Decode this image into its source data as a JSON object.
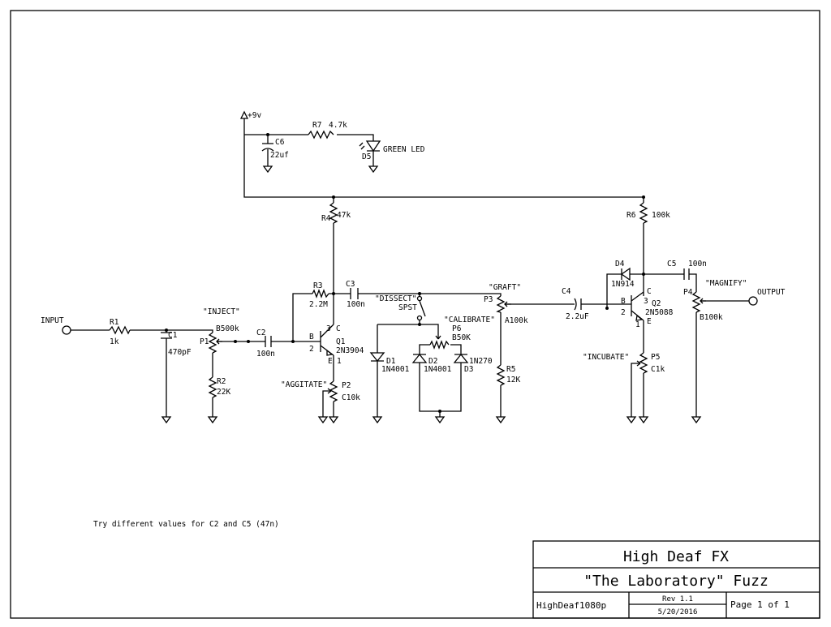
{
  "supply": "+9v",
  "r7": {
    "ref": "R7",
    "value": "4.7k"
  },
  "c6": {
    "ref": "C6",
    "value": "22uf"
  },
  "d5": {
    "ref": "D5",
    "value": "GREEN LED"
  },
  "r4": {
    "ref": "R4",
    "value": "47k"
  },
  "r3": {
    "ref": "R3",
    "value": "2.2M"
  },
  "c3": {
    "ref": "C3",
    "value": "100n"
  },
  "input": "INPUT",
  "r1": {
    "ref": "R1",
    "value": "1k"
  },
  "c1": {
    "ref": "C1",
    "value": "470pF"
  },
  "p1": {
    "ref": "P1",
    "value": "B500k",
    "name": "\"INJECT\""
  },
  "r2": {
    "ref": "R2",
    "value": "22K"
  },
  "c2": {
    "ref": "C2",
    "value": "100n"
  },
  "q1": {
    "ref": "Q1",
    "value": "2N3904",
    "b": "B",
    "c": "C",
    "e": "E",
    "pin_b": "2",
    "pin_c": "3",
    "pin_e": "1"
  },
  "p2": {
    "ref": "P2",
    "value": "C10k",
    "name": "\"AGGITATE\""
  },
  "sw": {
    "name": "\"DISSECT\"",
    "type": "SPST"
  },
  "p6": {
    "ref": "P6",
    "value": "B50K",
    "name": "\"CALIBRATE\""
  },
  "d1": {
    "ref": "D1",
    "value": "1N4001"
  },
  "d2": {
    "ref": "D2",
    "value": "1N4001"
  },
  "d3": {
    "ref": "D3",
    "value": "1N270"
  },
  "p3": {
    "ref": "P3",
    "value": "A100k",
    "name": "\"GRAFT\""
  },
  "r5": {
    "ref": "R5",
    "value": "12K"
  },
  "c4": {
    "ref": "C4",
    "value": "2.2uF"
  },
  "r6": {
    "ref": "R6",
    "value": "100k"
  },
  "d4": {
    "ref": "D4",
    "value": "1N914"
  },
  "c5": {
    "ref": "C5",
    "value": "100n"
  },
  "q2": {
    "ref": "Q2",
    "value": "2N5088",
    "b": "B",
    "c": "C",
    "e": "E",
    "pin_b": "2",
    "pin_c": "3",
    "pin_e": "1"
  },
  "p4": {
    "ref": "P4",
    "value": "B100k",
    "name": "\"MAGNIFY\""
  },
  "p5": {
    "ref": "P5",
    "value": "C1k",
    "name": "\"INCUBATE\""
  },
  "output": "OUTPUT",
  "note": "Try different values for C2 and C5 (47n)",
  "title_block": {
    "company": "High Deaf FX",
    "title": "\"The Laboratory\" Fuzz",
    "file": "HighDeaf1080p",
    "rev": "Rev 1.1",
    "date": "5/20/2016",
    "page": "Page 1 of 1"
  }
}
